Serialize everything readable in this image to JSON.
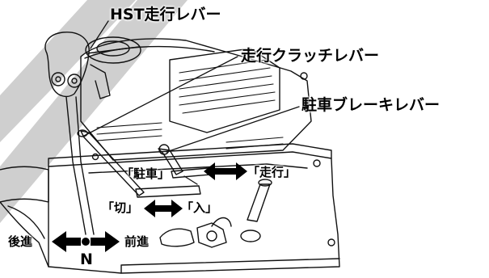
{
  "labels": {
    "hst_lever": "HST走行レバー",
    "travel_clutch_lever": "走行クラッチレバー",
    "parking_brake_lever": "駐車ブレーキレバー",
    "parking": "「駐車」",
    "travel": "「走行」",
    "off": "「切」",
    "on": "「入」",
    "reverse": "後進",
    "forward": "前進",
    "neutral": "N"
  },
  "colors": {
    "line": "#111111",
    "ink": "#000000",
    "band": "#bfbfbf",
    "background": "#ffffff"
  },
  "icons": {
    "double_arrow": "double-headed-arrow",
    "neutral_dot": "filled-circle"
  }
}
